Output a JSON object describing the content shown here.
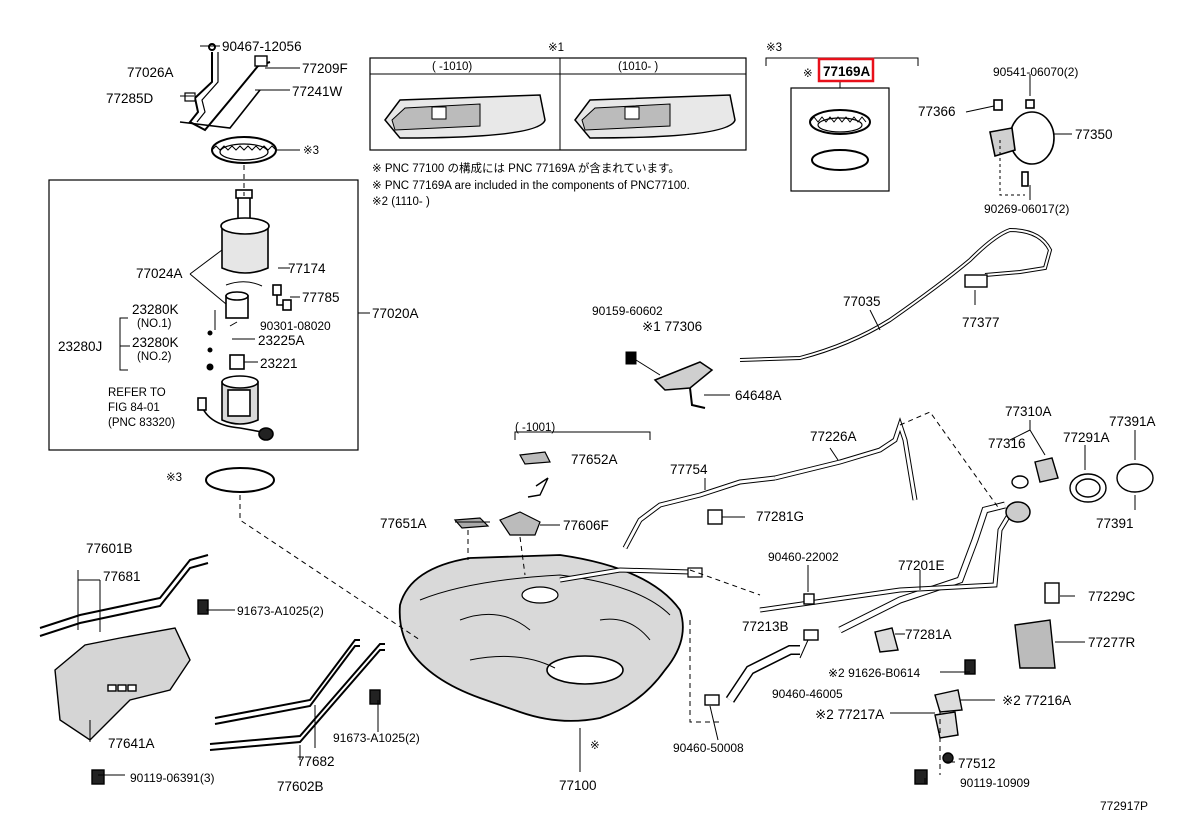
{
  "diagram": {
    "figure_code": "772917P",
    "highlight_color": "#e8101a",
    "highlighted_part": "77169A",
    "notes": {
      "mark1": "※1",
      "mark3": "※3",
      "mark3b": "※3",
      "mark3c": "※3",
      "mark3d": "※",
      "mark3e": "※",
      "box1_range_a": "(    -1010)",
      "box1_range_b": "(1010-    )",
      "note_jp": "※ PNC 77100 の構成には PNC 77169A が含まれています。",
      "note_en": "※ PNC 77169A are included in the components of PNC77100.",
      "note_range2": "※2 (1110-      )",
      "range_1001": "(    -1001)",
      "refer_line1": "REFER TO",
      "refer_line2": "FIG 84-01",
      "refer_line3": "(PNC 83320)",
      "no1": "(NO.1)",
      "no2": "(NO.2)"
    },
    "labels": {
      "p90467": "90467-12056",
      "p77026A": "77026A",
      "p77209F": "77209F",
      "p77285D": "77285D",
      "p77241W": "77241W",
      "p77169A": "77169A",
      "p77169A_mark": "※",
      "p90541": "90541-06070(2)",
      "p77366": "77366",
      "p77350": "77350",
      "p90269": "90269-06017(2)",
      "p77024A": "77024A",
      "p77174": "77174",
      "p77785": "77785",
      "p23280K1": "23280K",
      "p23280J": "23280J",
      "p23280K2": "23280K",
      "p90301": "90301-08020",
      "p23225A": "23225A",
      "p23221": "23221",
      "p77020A": "77020A",
      "p90159": "90159-60602",
      "p77306": "※1 77306",
      "p77035": "77035",
      "p77377": "77377",
      "p64648A": "64648A",
      "p77310A": "77310A",
      "p77391A": "77391A",
      "p77316": "77316",
      "p77291A": "77291A",
      "p77391": "77391",
      "p77226A": "77226A",
      "p77652A": "77652A",
      "p77754": "77754",
      "p77651A": "77651A",
      "p77606F": "77606F",
      "p77281G": "77281G",
      "p90460_22002": "90460-22002",
      "p77201E": "77201E",
      "p77229C": "77229C",
      "p77601B": "77601B",
      "p77681": "77681",
      "p91673_1": "91673-A1025(2)",
      "p77213B": "77213B",
      "p77281A": "77281A",
      "p77277R": "77277R",
      "p91626": "※2 91626-B0614",
      "p90460_46005": "90460-46005",
      "p77216A": "※2 77216A",
      "p77217A": "※2 77217A",
      "p77641A": "77641A",
      "p91673_2": "91673-A1025(2)",
      "p77682": "77682",
      "p77602B": "77602B",
      "p90119_06391": "90119-06391(3)",
      "p77100": "77100",
      "p90460_50008": "90460-50008",
      "p77512": "77512",
      "p90119_10909": "90119-10909"
    }
  }
}
